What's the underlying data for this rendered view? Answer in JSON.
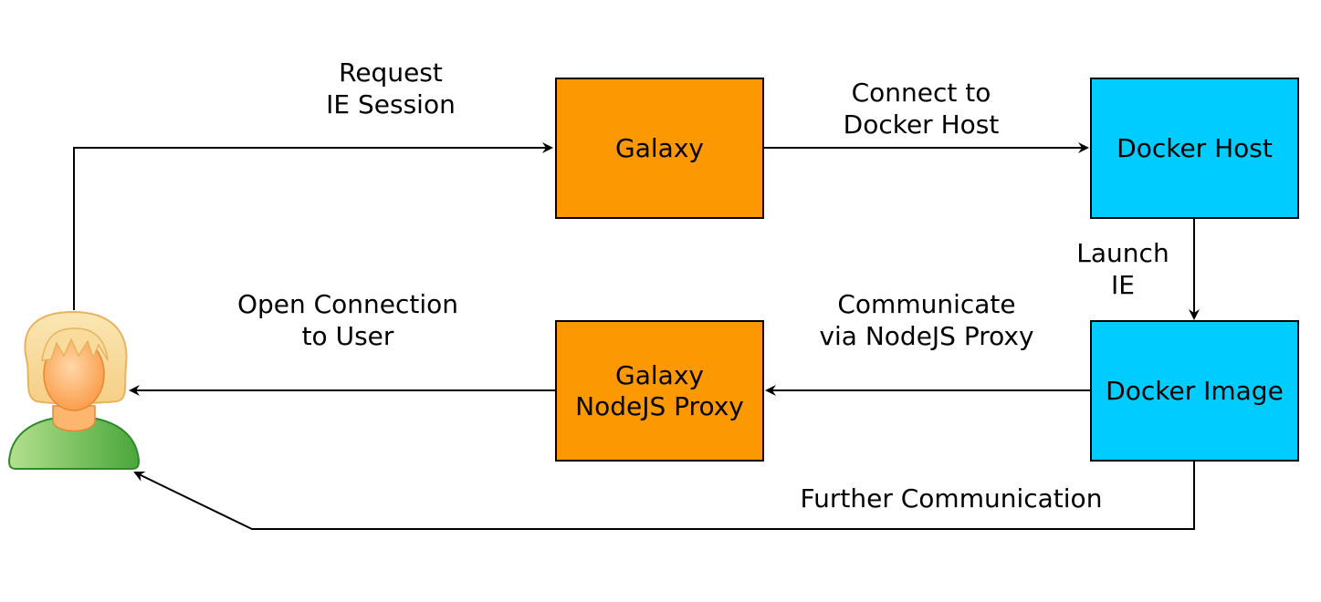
{
  "colors": {
    "galaxy": "#fc9902",
    "docker": "#00ccff",
    "edge": "#000000",
    "user_shirt": "#63b245",
    "user_hair": "#f8d896",
    "user_skin": "#fdae60"
  },
  "nodes": {
    "galaxy": {
      "label": "Galaxy"
    },
    "docker_host": {
      "label": "Docker Host"
    },
    "docker_image": {
      "label": "Docker Image"
    },
    "proxy": {
      "label": "Galaxy\nNodeJS Proxy"
    },
    "user": {
      "icon": "user-icon"
    }
  },
  "edges": {
    "request_ie_session": {
      "label": "Request\nIE Session"
    },
    "connect_docker_host": {
      "label": "Connect to\nDocker Host"
    },
    "launch_ie": {
      "label": "Launch\nIE"
    },
    "communicate_proxy": {
      "label": "Communicate\nvia NodeJS Proxy"
    },
    "open_connection": {
      "label": "Open Connection\nto User"
    },
    "further_communication": {
      "label": "Further Communication"
    }
  }
}
